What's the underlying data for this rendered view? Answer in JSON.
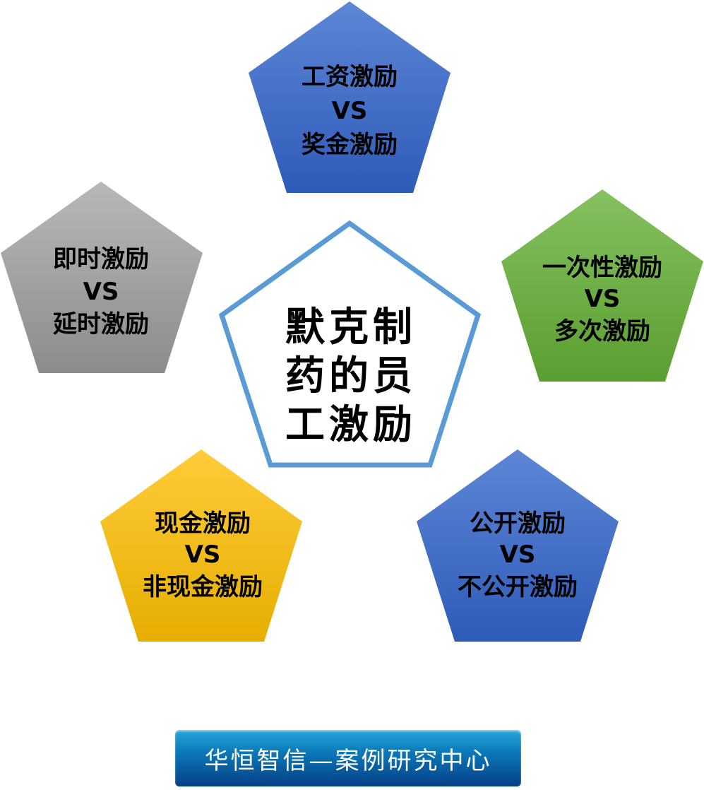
{
  "center": {
    "lines": [
      "默克制",
      "药的员",
      "工激励"
    ]
  },
  "nodes": [
    {
      "id": "top",
      "lines": [
        "工资激励",
        "VS",
        "奖金激励"
      ],
      "color": "#3f6fcb"
    },
    {
      "id": "left",
      "lines": [
        "即时激励",
        "VS",
        "延时激励"
      ],
      "color": "#a0a0a0"
    },
    {
      "id": "right",
      "lines": [
        "一次性激励",
        "VS",
        "多次激励"
      ],
      "color": "#6aae3e"
    },
    {
      "id": "bottom-left",
      "lines": [
        "现金激励",
        "VS",
        "非现金激励"
      ],
      "color": "#f6be0a"
    },
    {
      "id": "bottom-right",
      "lines": [
        "公开激励",
        "VS",
        "不公开激励"
      ],
      "color": "#3f6fcb"
    }
  ],
  "banner": {
    "text": "华恒智信—案例研究中心"
  }
}
